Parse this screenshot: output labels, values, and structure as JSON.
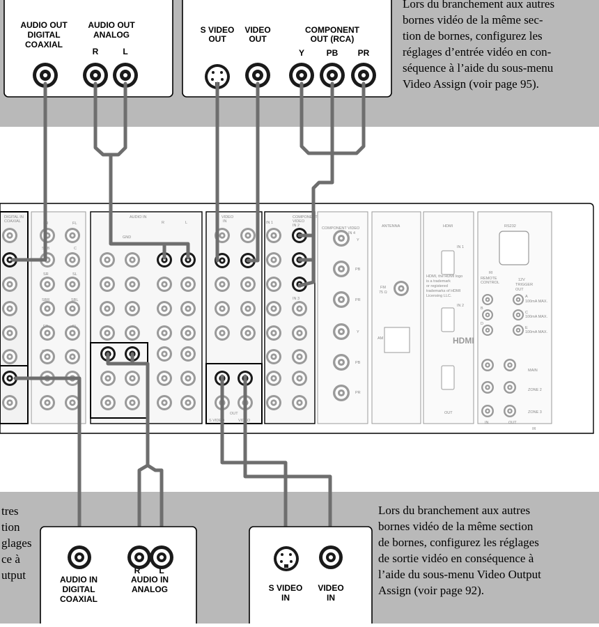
{
  "top_left_box": {
    "audio_out_digital": [
      "AUDIO OUT",
      "DIGITAL",
      "COAXIAL"
    ],
    "audio_out_analog": [
      "AUDIO OUT",
      "ANALOG"
    ],
    "r": "R",
    "l": "L"
  },
  "top_right_box": {
    "s_video_out": [
      "S VIDEO",
      "OUT"
    ],
    "video_out": [
      "VIDEO",
      "OUT"
    ],
    "component_out": [
      "COMPONENT",
      "OUT (RCA)"
    ],
    "y": "Y",
    "pb": "PB",
    "pr": "PR"
  },
  "top_note": [
    "Lors du branchement aux autres",
    "bornes vidéo de la même sec-",
    "tion de bornes, configurez les",
    "réglages d’entrée vidéo en con-",
    "séquence à l’aide du sous-menu",
    "Video Assign (voir page 95)."
  ],
  "bottom_left_note": [
    "tres",
    "tion",
    "glages",
    "ce à",
    "utput"
  ],
  "bottom_left_box": {
    "audio_in_digital": [
      "AUDIO IN",
      "DIGITAL",
      "COAXIAL"
    ],
    "audio_in_analog": [
      "AUDIO IN",
      "ANALOG"
    ],
    "r": "R",
    "l": "L"
  },
  "bottom_mid_box": {
    "s_video_in": [
      "S VIDEO",
      "IN"
    ],
    "video_in": [
      "VIDEO",
      "IN"
    ]
  },
  "bottom_note": [
    "Lors du branchement aux autres",
    "bornes vidéo de la même section",
    "de bornes, configurez les réglages",
    "de sortie vidéo en conséquence à",
    "l’aide du sous-menu Video Output",
    "Assign (voir page 92)."
  ],
  "panel": {
    "digital_in_coaxial": [
      "DIGITAL IN",
      "COAXIAL"
    ],
    "audio_in": "AUDIO IN",
    "gnd": "GND",
    "video_in": [
      "VIDEO",
      "IN"
    ],
    "component_video_in2": [
      "COMPONENT",
      "VIDEO",
      "IN 2"
    ],
    "in1": "IN 1",
    "in3": "IN 3",
    "component_video_in4": [
      "COMPONENT  VIDEO",
      "IN 4"
    ],
    "y": "Y",
    "pb": "PB",
    "pr": "PR",
    "antenna": "ANTENNA",
    "fm": [
      "FM",
      "75 Ω"
    ],
    "am": "AM",
    "hdmi": "HDMI",
    "hdmi_in1": "IN 1",
    "hdmi_in2": "IN 2",
    "hdmi_logo": "HDMI",
    "hdmi_note": [
      "HDMI, the HDMI logo",
      "is a trademark",
      "or registered",
      "trademarks of HDMI",
      "Licensing LLC."
    ],
    "hdmi_out": "OUT",
    "rs232": "RS232",
    "ri": "RI",
    "remote_control": [
      "REMOTE",
      "CONTROL"
    ],
    "trigger": [
      "12V",
      "TRIGGER",
      "OUT"
    ],
    "trigger_ports": [
      "A",
      "B",
      "C",
      "D",
      "E"
    ],
    "ma_max": "100mA MAX.",
    "ir_rows": [
      "MAIN",
      "ZONE 2",
      "ZONE 3"
    ],
    "ir_in": "IN",
    "ir_out": "OUT",
    "ir": "IR",
    "s_video": "S VIDEO",
    "video": "VIDEO",
    "out": "OUT",
    "fr": "FR",
    "fl": "FL",
    "sub": "SUB",
    "c": "C",
    "sr": "SR",
    "sl": "SL",
    "sbr": "SBR",
    "sbl": "SBL",
    "r": "R",
    "l": "L"
  },
  "colors": {
    "gray_band": "#b9b9b9",
    "cable": "#6e6e6e",
    "panel_fill": "#ececec",
    "jack_dark": "#1a1a1a"
  }
}
